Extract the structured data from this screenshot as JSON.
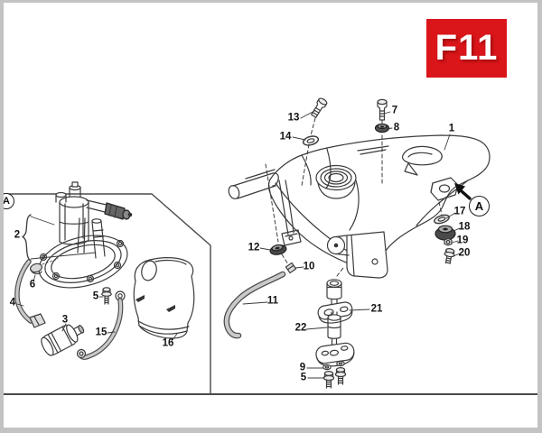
{
  "badge": {
    "label": "F11",
    "bg_color": "#da161a",
    "text_color": "#ffffff"
  },
  "frame": {
    "border_color": "#c3c3c3",
    "rule_color": "#4a4a4a"
  },
  "main_view": {
    "marker": {
      "label": "A"
    },
    "callouts": [
      {
        "label": "1"
      },
      {
        "label": "7"
      },
      {
        "label": "8"
      },
      {
        "label": "13"
      },
      {
        "label": "14"
      },
      {
        "label": "12"
      },
      {
        "label": "10"
      },
      {
        "label": "11"
      },
      {
        "label": "17"
      },
      {
        "label": "18"
      },
      {
        "label": "19"
      },
      {
        "label": "20"
      },
      {
        "label": "21"
      },
      {
        "label": "22"
      },
      {
        "label": "9"
      },
      {
        "label": "5"
      }
    ]
  },
  "inset_view": {
    "marker": {
      "label": "A"
    },
    "callouts": [
      {
        "label": "2"
      },
      {
        "label": "6"
      },
      {
        "label": "5"
      },
      {
        "label": "4"
      },
      {
        "label": "3"
      },
      {
        "label": "15"
      },
      {
        "label": "16"
      }
    ]
  }
}
